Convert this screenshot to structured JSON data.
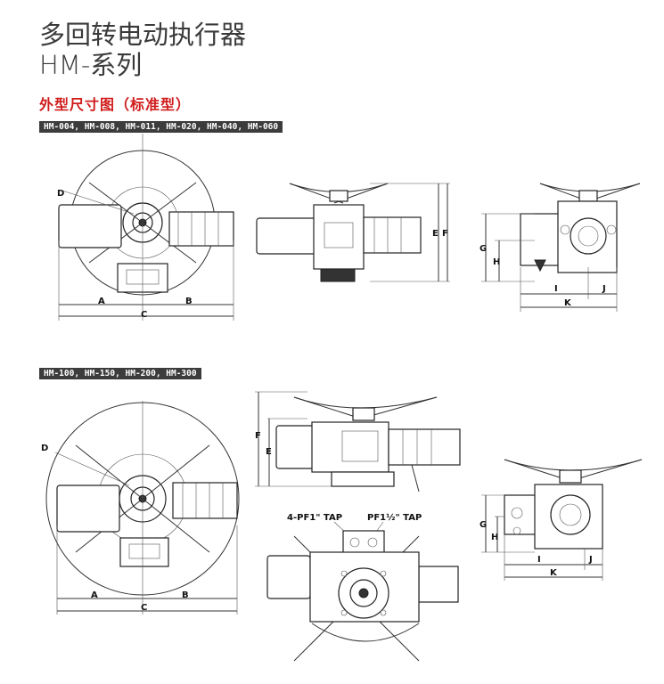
{
  "header": {
    "title_line1": "多回转电动执行器",
    "title_line2": "HM-系列",
    "subtitle": "外型尺寸图（标准型）"
  },
  "sections": [
    {
      "models": "HM-004, HM-008, HM-011, HM-020, HM-040, HM-060"
    },
    {
      "models": "HM-100, HM-150, HM-200, HM-300"
    }
  ],
  "dimension_labels": {
    "a": "A",
    "b": "B",
    "c": "C",
    "d": "D",
    "e": "E",
    "f": "F",
    "g": "G",
    "h": "H",
    "i": "I",
    "j": "J",
    "k": "K"
  },
  "taps": {
    "left": "4-PF1\" TAP",
    "right": "PF1½\" TAP"
  },
  "colors": {
    "title": "#3a3a3a",
    "subtitle": "#d01b1b",
    "model_bar": "#3c3c3c"
  }
}
